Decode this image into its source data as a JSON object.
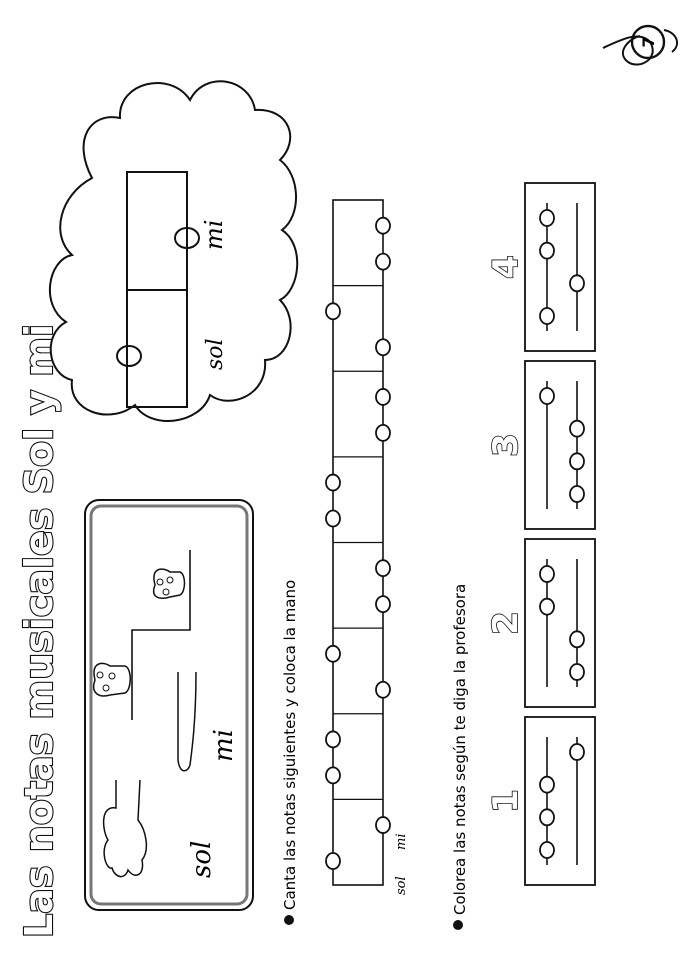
{
  "page_number": "7",
  "title": "Las notas musicales Sol y mi",
  "cloud": {
    "labels": {
      "sol": "sol",
      "mi": "mi"
    }
  },
  "illustration": {
    "labels": {
      "sol": "sol",
      "mi": "mi"
    },
    "icons": [
      "mushroom-icon",
      "mushroom-icon",
      "open-hand-icon",
      "flat-hand-icon"
    ]
  },
  "exercise1": {
    "instruction": "Canta las notas siguientes y coloca la mano",
    "legend": {
      "sol": "sol",
      "mi": "mi"
    },
    "measures": [
      [
        "sol",
        "mi"
      ],
      [
        "sol",
        "sol"
      ],
      [
        "mi",
        "sol"
      ],
      [
        "mi",
        "mi"
      ],
      [
        "sol",
        "sol"
      ],
      [
        "mi",
        "mi"
      ],
      [
        "mi",
        "sol"
      ],
      [
        "mi",
        "mi"
      ]
    ]
  },
  "exercise2": {
    "instruction": "Colorea las notas según te diga la profesora",
    "boxes": [
      {
        "number": "1",
        "notes": [
          "sol",
          "sol",
          "sol",
          "mi"
        ]
      },
      {
        "number": "2",
        "notes": [
          "mi",
          "mi",
          "sol",
          "sol"
        ]
      },
      {
        "number": "3",
        "notes": [
          "mi",
          "mi",
          "mi",
          "sol"
        ]
      },
      {
        "number": "4",
        "notes": [
          "sol",
          "mi",
          "sol",
          "sol"
        ]
      }
    ]
  }
}
